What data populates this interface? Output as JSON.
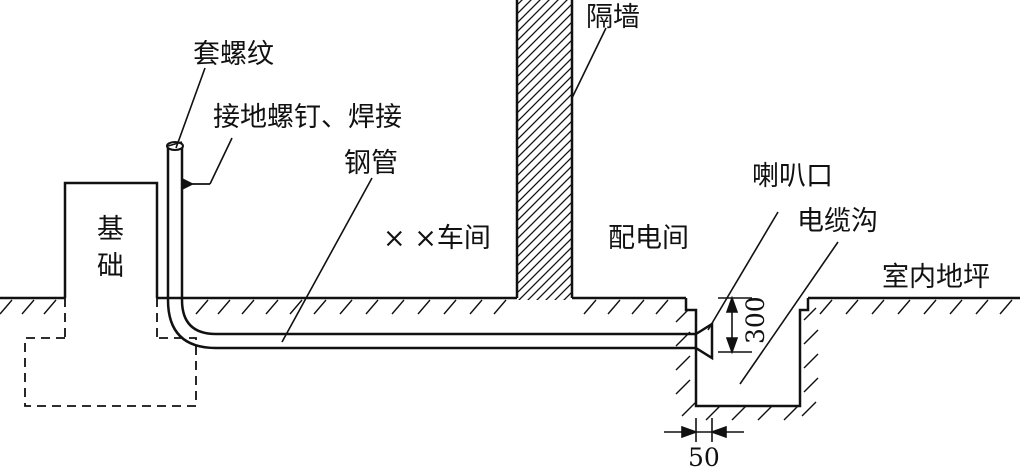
{
  "labels": {
    "thread": "套螺纹",
    "ground_weld": "接地螺钉、焊接",
    "wall": "隔墙",
    "steel_pipe": "钢管",
    "workshop": "× ×车间",
    "distribution_room": "配电间",
    "bell_mouth": "喇叭口",
    "cable_trench": "电缆沟",
    "indoor_floor": "室内地坪",
    "foundation_line1": "基",
    "foundation_line2": "础",
    "dim_300": "300",
    "dim_50": "50"
  },
  "colors": {
    "ink": "#111111",
    "background": "#ffffff"
  }
}
